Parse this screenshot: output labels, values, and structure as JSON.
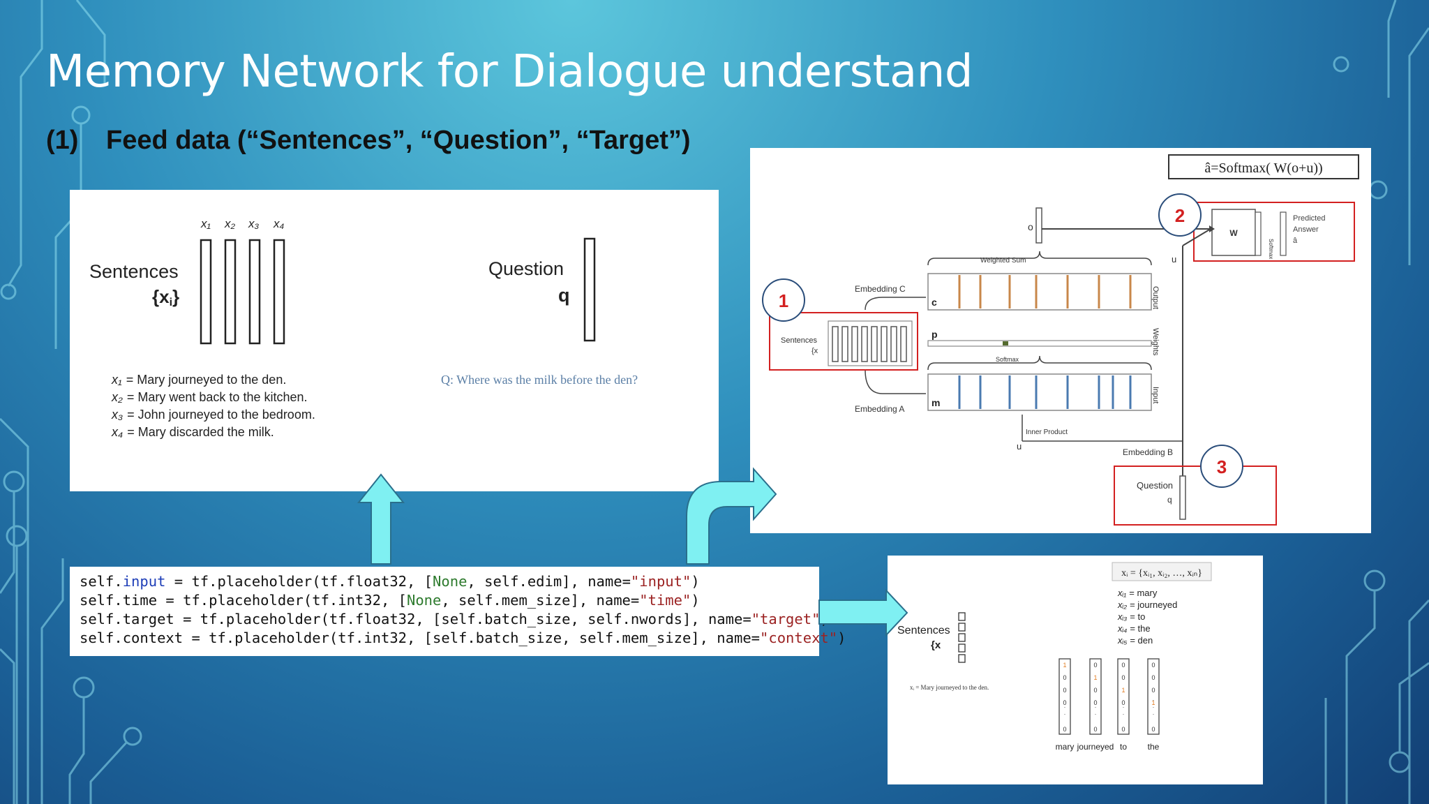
{
  "slide": {
    "title": "Memory Network for Dialogue understand",
    "step_number": "(1)",
    "step_text": "Feed data (“Sentences”, “Question”, “Target”)"
  },
  "input_panel": {
    "col_labels": [
      "x₁",
      "x₂",
      "x₃",
      "x₄"
    ],
    "sentences_label": "Sentences",
    "sentences_sub": "{x",
    "sentences_sub_i": "i",
    "sentences_sub_close": "}",
    "question_label": "Question",
    "question_sub": "q",
    "sentences": [
      {
        "var": "x₁",
        "text": "= Mary journeyed to the den."
      },
      {
        "var": "x₂",
        "text": "= Mary went back to the kitchen."
      },
      {
        "var": "x₃",
        "text": "= John journeyed to the bedroom."
      },
      {
        "var": "x₄",
        "text": "= Mary discarded the milk."
      }
    ],
    "question_text": "Q: Where was the milk before the den?"
  },
  "code_panel": {
    "lines": [
      {
        "a": "self.",
        "b": "input",
        "c": " = tf.placeholder(tf.float32, [",
        "d": "None",
        "e": ", self.edim], name=",
        "f": "\"input\"",
        "g": ")"
      },
      {
        "a": "self.time = tf.placeholder(tf.int32, [",
        "b": "",
        "c": "",
        "d": "None",
        "e": ", self.mem_size], name=",
        "f": "\"time\"",
        "g": ")"
      },
      {
        "a": "self.target = tf.placeholder(tf.float32, [self.batch_size, self.nwords], name=",
        "b": "",
        "c": "",
        "d": "",
        "e": "",
        "f": "\"target\"",
        "g": ")"
      },
      {
        "a": "self.context = tf.placeholder(tf.int32, [self.batch_size, self.mem_size], name=",
        "b": "",
        "c": "",
        "d": "",
        "e": "",
        "f": "\"context\"",
        "g": ")"
      }
    ]
  },
  "architecture_panel": {
    "formula": "â=Softmax( W(o+u))",
    "markers": [
      "1",
      "2",
      "3"
    ],
    "labels": {
      "o": "o",
      "u_top": "u",
      "u_bottom": "u",
      "weighted_sum": "Weighted Sum",
      "embedding_c": "Embedding C",
      "embedding_a": "Embedding A",
      "embedding_b": "Embedding B",
      "c_i": "c",
      "p_i": "p",
      "m_i": "m",
      "softmax": "Softmax",
      "inner_product": "Inner Product",
      "output": "Output",
      "weights": "Weights",
      "input": "Input",
      "sentences": "Sentences",
      "sentences_sub": "{x",
      "question": "Question",
      "question_sub": "q",
      "w": "W",
      "softmax_v": "Softmax",
      "predicted": "Predicted",
      "answer": "Answer",
      "a_hat": "â"
    },
    "marker_color": "#d32020",
    "box_color": "#d32020"
  },
  "onehot_panel": {
    "formula": "xᵢ = {xᵢ₁, xᵢ₂, …, xᵢₙ}",
    "words": [
      {
        "var": "xᵢ₁",
        "text": "= mary"
      },
      {
        "var": "xᵢ₂",
        "text": "= journeyed"
      },
      {
        "var": "xᵢ₃",
        "text": "= to"
      },
      {
        "var": "xᵢ₄",
        "text": "= the"
      },
      {
        "var": "xᵢ₅",
        "text": "= den"
      }
    ],
    "sentences_label": "Sentences",
    "sentences_sub": "{x",
    "caption": "xᵢ = Mary journeyed to the den.",
    "columns": [
      {
        "word": "mary",
        "hot": 0
      },
      {
        "word": "journeyed",
        "hot": 1
      },
      {
        "word": "to",
        "hot": 2
      },
      {
        "word": "the",
        "hot": 3
      }
    ],
    "zero": "0",
    "one": "1",
    "dot": "·"
  },
  "colors": {
    "arrow_fill": "#7ff0f2",
    "arrow_stroke": "#2a6f8c",
    "title": "#ffffff",
    "hot": "#e07b1f"
  }
}
